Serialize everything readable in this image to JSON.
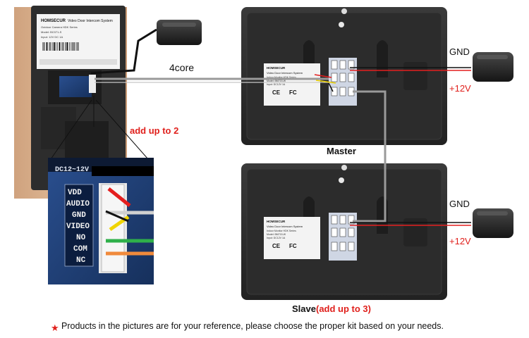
{
  "labels": {
    "wire_4core": "4core",
    "add_up_to": "add up to 2",
    "master": "Master",
    "slave": "Slave",
    "slave_note": "(add up to 3)",
    "gnd_master": "GND",
    "v12_master": "+12V",
    "gnd_slave": "GND",
    "v12_slave": "+12V"
  },
  "terminal_block": {
    "header": "DC12~12V",
    "pins": [
      "VDD",
      "AUDIO",
      "GND",
      "VIDEO",
      "NO",
      "COM",
      "NC"
    ]
  },
  "outdoor_unit": {
    "brand": "HOMSECUR",
    "title": "Video Door Intercom System",
    "lines": [
      "Outdoor Camera HDK Series",
      "Model: BC071-S",
      "Input: 12V DC 1A"
    ]
  },
  "monitor": {
    "brand": "HOMSECUR",
    "title": "Video Door Intercom System",
    "lines": [
      "Indoor Monitor HDK Series",
      "Model: BM715-W",
      "Input: DC12V 1A"
    ],
    "marks": [
      "CE",
      "FC"
    ]
  },
  "colors": {
    "wire_red": "#e41e1e",
    "wire_white": "#d0d0d0",
    "wire_yellow": "#f0d400",
    "wire_green": "#2fb04a",
    "wire_orange": "#f08a3c",
    "wire_black": "#111111",
    "accent_red": "#e0201c",
    "panel_blue": "#1f3b6e"
  },
  "footer": {
    "star": "★",
    "text": "Products in the pictures are for your reference, please choose the proper kit based on your needs."
  }
}
